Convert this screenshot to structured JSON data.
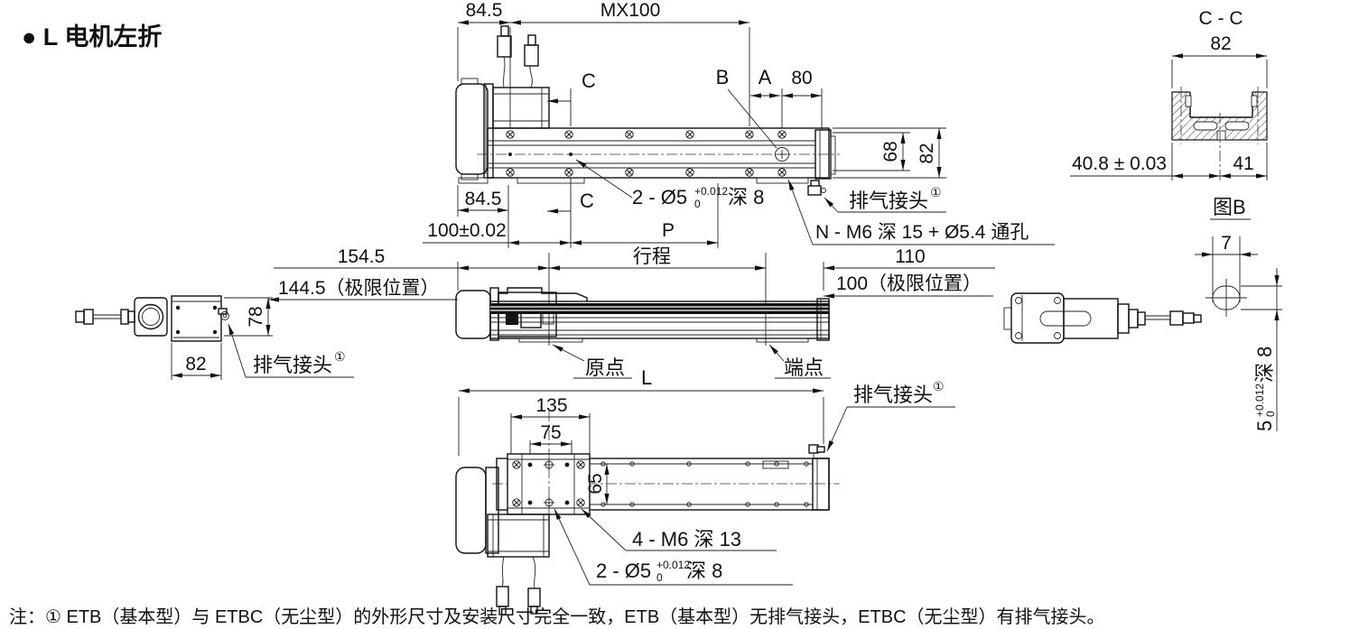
{
  "title": "● L 电机左折",
  "note": "注：① ETB（基本型）与 ETBC（无尘型）的外形尺寸及安装尺寸完全一致，ETB（基本型）无排气接头，ETBC（无尘型）有排气接头。",
  "common": {
    "ref": "①",
    "tol_up": "+0.012",
    "tol_dn": "0",
    "depth8": "深 8",
    "hole2": "2 - Ø5",
    "exhaust": "排气接头"
  },
  "top": {
    "d845_top": "84.5",
    "mx100": "MX100",
    "c_top": "C",
    "b": "B",
    "a": "A",
    "d80": "80",
    "d68": "68",
    "d82": "82",
    "d845_bot": "84.5",
    "c_bot": "C",
    "d100": "100±0.02",
    "p": "P",
    "n_callout": "N - M6 深 15 + Ø5.4 通孔",
    "d1545": "154.5",
    "stroke": "行程",
    "d110": "110"
  },
  "mid": {
    "limit_left": "144.5（极限位置）",
    "limit_right": "100（极限位置）",
    "origin": "原点",
    "endpoint": "端点"
  },
  "left_view": {
    "d78": "78",
    "d82": "82"
  },
  "bottom": {
    "l": "L",
    "d135": "135",
    "d75": "75",
    "d65": "65",
    "m6_callout": "4 - M6 深 13"
  },
  "section": {
    "cc": "C - C",
    "d82": "82",
    "d408": "40.8 ± 0.03",
    "d41": "41",
    "figb": "图B"
  },
  "detail": {
    "d7": "7",
    "d5": "5"
  },
  "colors": {
    "line": "#111111",
    "background": "#ffffff"
  }
}
